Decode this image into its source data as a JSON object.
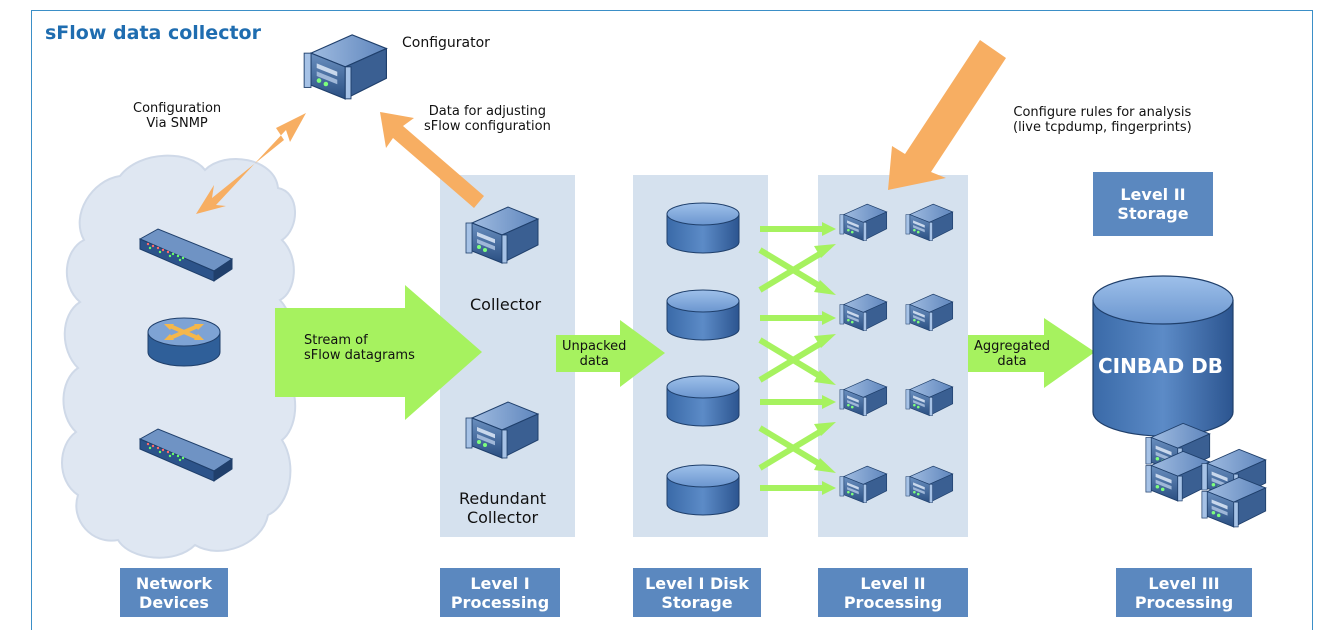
{
  "title": "sFlow data collector",
  "configurator": {
    "label": "Configurator"
  },
  "annotations": {
    "config_snmp": [
      "Configuration",
      "Via SNMP"
    ],
    "data_adjust": [
      "Data for adjusting",
      "sFlow configuration"
    ],
    "rules": [
      "Configure rules for analysis",
      "(live tcpdump, fingerprints)"
    ]
  },
  "collector": {
    "label": "Collector"
  },
  "redundant_collector": {
    "label": [
      "Redundant",
      "Collector"
    ]
  },
  "flows": {
    "stream": [
      "Stream of",
      "sFlow datagrams"
    ],
    "unpacked": [
      "Unpacked",
      "data"
    ],
    "aggregated": [
      "Aggregated",
      "data"
    ]
  },
  "database": {
    "label": "CINBAD DB"
  },
  "level2_storage": [
    "Level II",
    "Storage"
  ],
  "stages": [
    {
      "line1": "Network",
      "line2": "Devices"
    },
    {
      "line1": "Level I",
      "line2": "Processing"
    },
    {
      "line1": "Level I Disk",
      "line2": "Storage"
    },
    {
      "line1": "Level II",
      "line2": "Processing"
    },
    {
      "line1": "Level III",
      "line2": "Processing"
    }
  ],
  "colors": {
    "frame": "#3b8fc7",
    "title": "#1f6db0",
    "stage_box": "#5b88bf",
    "panel": "#d5e1ee",
    "orange_arrow": "#f7ae62",
    "green_arrow": "#a6f25f",
    "cloud": "#dfe7f2",
    "device": "#2f5f99"
  },
  "icons": [
    "server-icon",
    "switch-icon",
    "router-icon",
    "disk-icon",
    "database-icon",
    "server-stack-icon",
    "cloud-icon"
  ]
}
